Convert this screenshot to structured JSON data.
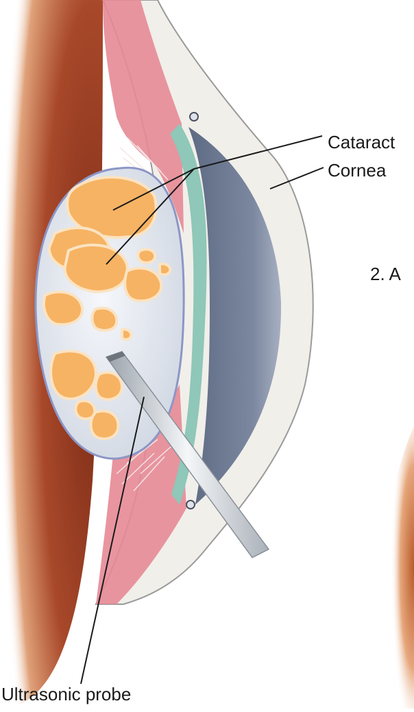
{
  "labels": {
    "cataract": "Cataract",
    "cornea": "Cornea",
    "probe": "Ultrasonic probe",
    "step": "2. A"
  },
  "colors": {
    "background": "#ffffff",
    "choroid": "#a8482a",
    "iris": "#e58a96",
    "sclera": "#f1efea",
    "anterior_chamber": "#6d7a92",
    "ciliary_band": "#8fc7b8",
    "lens_capsule": "#dfe3ea",
    "cataract_fragment": "#f6b363",
    "probe": "#d9dde2"
  }
}
